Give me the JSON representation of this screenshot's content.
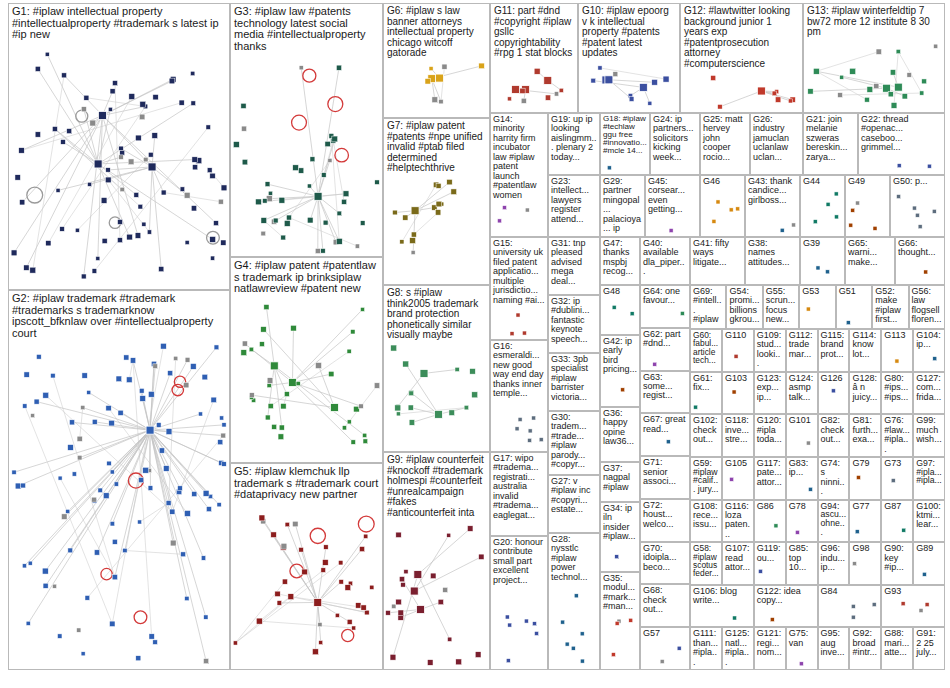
{
  "diagram": {
    "nodes": [
      {
        "text": [
          "G1: #iplaw intellectual property #intellectualproperty #trademark s latest ip #ip new"
        ]
      },
      {
        "text": [
          "G2: #iplaw trademark #trademark #trademarks s trademarknow ipscott_bfknlaw over #intellectualproperty court"
        ]
      },
      {
        "text": [
          "G3: #iplaw law #patents technology latest social media #intellectualproperty thanks"
        ]
      },
      {
        "text": [
          "G4: #iplaw patent #patentlaw s trademark ip brinksiplaw natlawreview #patent new"
        ]
      },
      {
        "text": [
          "G5: #iplaw klemchuk llp trademark s #trademark court #dataprivacy new partner"
        ]
      },
      {
        "text": [
          "G6: #iplaw s law banner attorneys intellectual property chicago witcoff gatorade"
        ]
      },
      {
        "text": [
          "G7: #iplaw patent #patents #npe unified invalid #ptab filed determined #helptechthrive"
        ]
      },
      {
        "text": [
          "G8: s #iplaw think2005 trademark brand protection phonetically similar visually maybe"
        ]
      },
      {
        "text": [
          "G9: #iplaw counterfeit #knockoff #trademark holmespi #counterfeit #unrealcampaign #fakes #anticounterfeit inta"
        ]
      },
      {
        "text": [
          "G11: part #dnd #copyright #iplaw gsllc copyrightability #rpg 1 stat blocks"
        ]
      },
      {
        "text": [
          "G10: #iplaw epoorg v k intellectual property #patents #patent latest updates"
        ]
      },
      {
        "text": [
          "G12: #lawtwitter looking background junior 1 years exp #patentprosecution attorney #computerscience"
        ]
      },
      {
        "text": [
          "G13: #iplaw winterfeldtip 7 bw72 more 12 institute 8 30 pm"
        ]
      },
      {
        "text": [
          "G14: minority harrity firm incubator law #iplaw patent launch #patentlaw women"
        ]
      },
      {
        "text": [
          "G19: up ip looking aislingmm... plenary 2 today..."
        ]
      },
      {
        "text": [
          "G18: #iplaw #techlaw ggu free #innovatio... #mcle 14..."
        ]
      },
      {
        "text": [
          "G24: ip partners... solicitors kicking week..."
        ]
      },
      {
        "text": [
          "G25: matt hervey john cooper rocio..."
        ]
      },
      {
        "text": [
          "G26: industry jamuclan uclanlaw uclan..."
        ]
      },
      {
        "text": [
          "G21: join melanie szweras bereskin... zarya..."
        ]
      },
      {
        "text": [
          "G22: thread #openac... caseboo... grimmel..."
        ]
      },
      {
        "text": [
          "G23: intellect... lawyers register attend..."
        ]
      },
      {
        "text": [
          "G29: partner mingopal... palacioya... ip"
        ]
      },
      {
        "text": [
          "G45: corsear... even getting..."
        ]
      },
      {
        "text": [
          "G46"
        ]
      },
      {
        "text": [
          "G43: thank candice... girlboss..."
        ]
      },
      {
        "text": [
          "G44"
        ]
      },
      {
        "text": [
          "G49"
        ]
      },
      {
        "text": [
          "G50: p..."
        ]
      },
      {
        "text": [
          "G15: university uk filed patent applicatio... multiple jurisdictio... naming #ai..."
        ]
      },
      {
        "text": [
          "G31: tnp pleased advised mega deal..."
        ]
      },
      {
        "text": [
          "G47: thanks mspbj recog..."
        ]
      },
      {
        "text": [
          "G40: available dla_piper..."
        ]
      },
      {
        "text": [
          "G41: fifty ways litigate..."
        ]
      },
      {
        "text": [
          "G38: names attitudes..."
        ]
      },
      {
        "text": [
          "G39"
        ]
      },
      {
        "text": [
          "G65: warni... make..."
        ]
      },
      {
        "text": [
          "G66: thought..."
        ]
      },
      {
        "text": [
          "G16: esmeraldi... new good way end day thanks inner temple..."
        ]
      },
      {
        "text": [
          "G17: wipo #tradema... registrati... australia invalid #tradema... eaglegat..."
        ]
      },
      {
        "text": [
          "G20: honour contribute small part excellent project..."
        ]
      },
      {
        "text": [
          "G32: ip #dublini... fantastic keynote speech..."
        ]
      },
      {
        "text": [
          "G33: 3pb specialist #iplaw barrister victoria..."
        ]
      },
      {
        "text": [
          "G30: tradem... #trade... #iplaw parody... #copyr..."
        ]
      },
      {
        "text": [
          "G27: v #iplaw inc #copyri... estate..."
        ]
      },
      {
        "text": [
          "G28: nysstlc #iplaw power technol..."
        ]
      },
      {
        "text": [
          "G48"
        ]
      },
      {
        "text": [
          "G42: ip early bird pricing..."
        ]
      },
      {
        "text": [
          "G36: happy opine law36..."
        ]
      },
      {
        "text": [
          "G37: nagpal #iplaw"
        ]
      },
      {
        "text": [
          "G34: ip iln insider #iplaw..."
        ]
      },
      {
        "text": [
          "G35: modul... #mark... #man..."
        ]
      },
      {
        "text": [
          "G64: one favour..."
        ]
      },
      {
        "text": [
          "G62: part #dnd..."
        ]
      },
      {
        "text": [
          "G63: some... regist..."
        ]
      },
      {
        "text": [
          "G67: great read..."
        ]
      },
      {
        "text": [
          "G71: senior associ..."
        ]
      },
      {
        "text": [
          "G72: houst... welco..."
        ]
      },
      {
        "text": [
          "G70: idoipla... beco..."
        ]
      },
      {
        "text": [
          "G68: check out..."
        ]
      },
      {
        "text": [
          "G57"
        ]
      },
      {
        "text": [
          "G69: #intell... #iplaw"
        ]
      },
      {
        "text": [
          "G54: promi... billions gkrou..."
        ]
      },
      {
        "text": [
          "G55: scrun... focus new..."
        ]
      },
      {
        "text": [
          "G53"
        ]
      },
      {
        "text": [
          "G51"
        ]
      },
      {
        "text": [
          "G52: make #iplaw first..."
        ]
      },
      {
        "text": [
          "G56: law flogsell floren..."
        ]
      },
      {
        "text": [
          "G60: fabul... article tech..."
        ]
      },
      {
        "text": [
          "G110"
        ]
      },
      {
        "text": [
          "G109: stud... looki..."
        ]
      },
      {
        "text": [
          "G112: trade mar..."
        ]
      },
      {
        "text": [
          "G115: brand prot..."
        ]
      },
      {
        "text": [
          "G114: know lot..."
        ]
      },
      {
        "text": [
          "G113"
        ]
      },
      {
        "text": [
          "G104: ip..."
        ]
      },
      {
        "text": [
          "G61: fix..."
        ]
      },
      {
        "text": [
          "G103"
        ]
      },
      {
        "text": [
          "G123: exp... ip..."
        ]
      },
      {
        "text": [
          "G124: asmp talk..."
        ]
      },
      {
        "text": [
          "G126"
        ]
      },
      {
        "text": [
          "G128: â n juicy..."
        ]
      },
      {
        "text": [
          "G80: #ips... #ips..."
        ]
      },
      {
        "text": [
          "G127: com... frida..."
        ]
      },
      {
        "text": [
          "G102: check out..."
        ]
      },
      {
        "text": [
          "G118: inve... stre..."
        ]
      },
      {
        "text": [
          "G120: #ipla toda..."
        ]
      },
      {
        "text": [
          "G101"
        ]
      },
      {
        "text": [
          "G82: check out..."
        ]
      },
      {
        "text": [
          "G81: furth... exa..."
        ]
      },
      {
        "text": [
          "G76: #law... #ipla..."
        ]
      },
      {
        "text": [
          "G99: much wish..."
        ]
      },
      {
        "text": [
          "G59: #iplaw #calif... jury..."
        ]
      },
      {
        "text": [
          "G105"
        ]
      },
      {
        "text": [
          "G117: pate... attor..."
        ]
      },
      {
        "text": [
          "G83: ip..."
        ]
      },
      {
        "text": [
          "G74: s ninni..."
        ]
      },
      {
        "text": [
          "G79"
        ]
      },
      {
        "text": [
          "G73"
        ]
      },
      {
        "text": [
          "G97: #ipla... #ipla..."
        ]
      },
      {
        "text": [
          "G108: rece... issu..."
        ]
      },
      {
        "text": [
          "G116: loza paten..."
        ]
      },
      {
        "text": [
          "G86"
        ]
      },
      {
        "text": [
          "G78"
        ]
      },
      {
        "text": [
          "G94: ascu... ohne..."
        ]
      },
      {
        "text": [
          "G77"
        ]
      },
      {
        "text": [
          "G87"
        ]
      },
      {
        "text": [
          "G100: ktmi... lear..."
        ]
      },
      {
        "text": [
          "G58: #iplaw scotus feder..."
        ]
      },
      {
        "text": [
          "G107: read attor..."
        ]
      },
      {
        "text": [
          "G119: ou..."
        ]
      },
      {
        "text": [
          "G85: top 10..."
        ]
      },
      {
        "text": [
          "G96: indu... ip..."
        ]
      },
      {
        "text": [
          "G98"
        ]
      },
      {
        "text": [
          "G90: key #ip..."
        ]
      },
      {
        "text": [
          "G89"
        ]
      },
      {
        "text": [
          "G106: blog write..."
        ]
      },
      {
        "text": [
          "G122: idea copy..."
        ]
      },
      {
        "text": [
          "G84"
        ]
      },
      {
        "text": [
          "G93"
        ]
      },
      {
        "text": [
          "G111: than... #ipla..."
        ]
      },
      {
        "text": [
          "G125: natl... #ipla..."
        ]
      },
      {
        "text": [
          "G121: regi... nom..."
        ]
      },
      {
        "text": [
          "G75: van"
        ]
      },
      {
        "text": [
          "G95: aug inve..."
        ]
      },
      {
        "text": [
          "G92: broad #intr..."
        ]
      },
      {
        "text": [
          "G88: mari... atte..."
        ]
      },
      {
        "text": [
          "G91: 2 25 july..."
        ]
      }
    ]
  }
}
